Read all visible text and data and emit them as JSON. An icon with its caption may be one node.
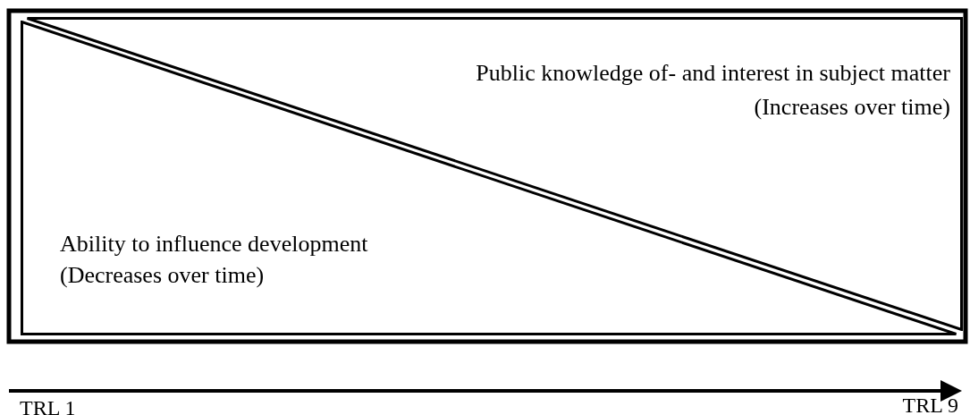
{
  "diagram": {
    "nodes": [
      {
        "text": [
          "Public knowledge of- and interest in subject matter",
          "(Increases over time)"
        ]
      },
      {
        "text": [
          "Ability to influence development",
          "(Decreases over time)"
        ]
      }
    ],
    "edges": [],
    "labels": [
      "TRL 1",
      "TRL 9"
    ]
  }
}
